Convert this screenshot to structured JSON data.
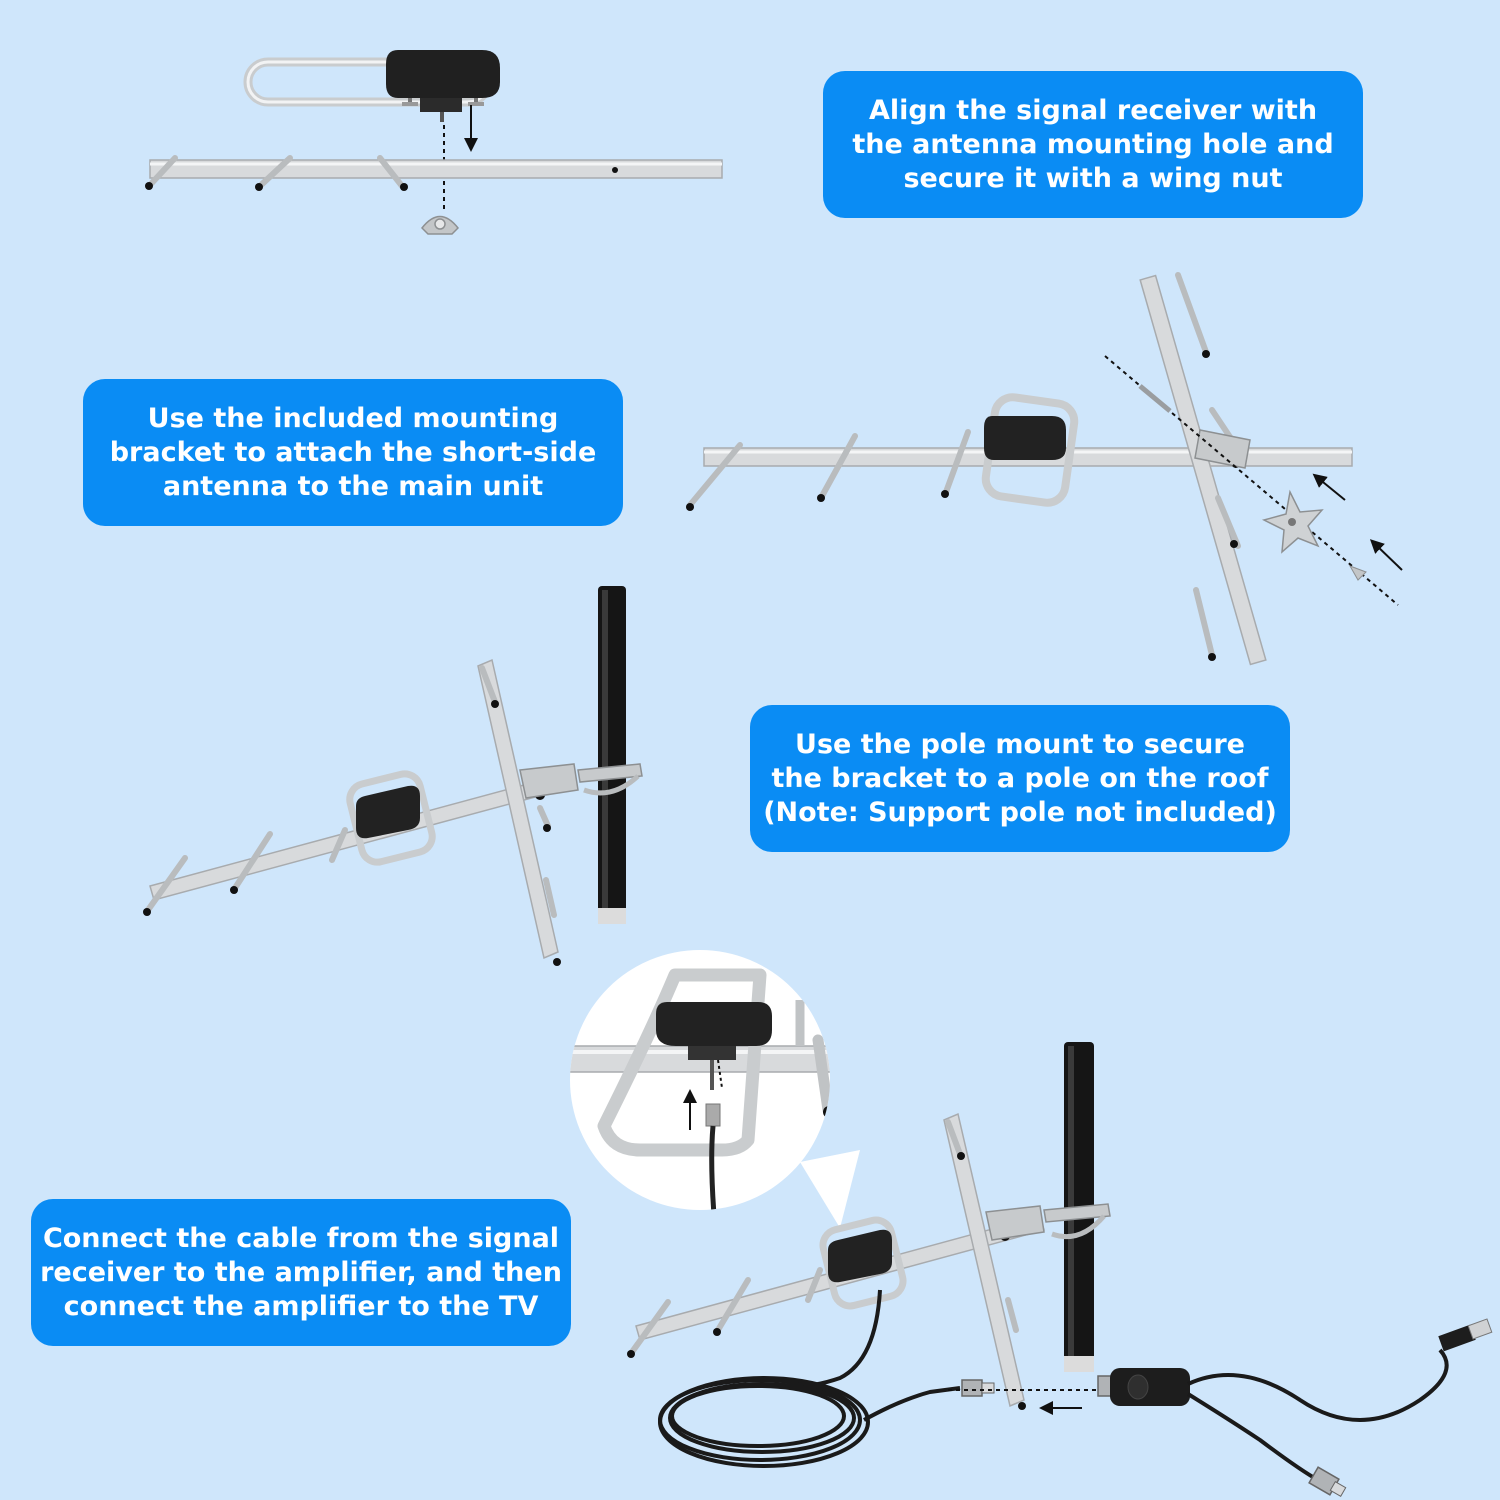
{
  "steps": [
    {
      "id": "step-1",
      "lines": [
        "Align the signal receiver with",
        "the antenna mounting hole and",
        "secure it with a wing nut"
      ]
    },
    {
      "id": "step-2",
      "lines": [
        "Use the included mounting",
        "bracket to attach the short-side",
        "antenna to the main unit"
      ]
    },
    {
      "id": "step-3",
      "lines": [
        "Use the pole mount to secure",
        "the bracket to a pole on the roof",
        "(Note: Support pole not included)"
      ]
    },
    {
      "id": "step-4",
      "lines": [
        "Connect the cable from the signal",
        "receiver to the amplifier, and then",
        "connect the amplifier to the TV"
      ]
    }
  ],
  "colors": {
    "background": "#cfe6fb",
    "callout": "#0a8cf4",
    "callout_text": "#ffffff",
    "aluminum": "#d4d6d8",
    "receiver": "#1f1f1f",
    "pole": "#151515"
  },
  "icons": [
    "wing-nut-icon",
    "mounting-bracket-icon",
    "usb-plug-icon",
    "coax-connector-icon"
  ]
}
